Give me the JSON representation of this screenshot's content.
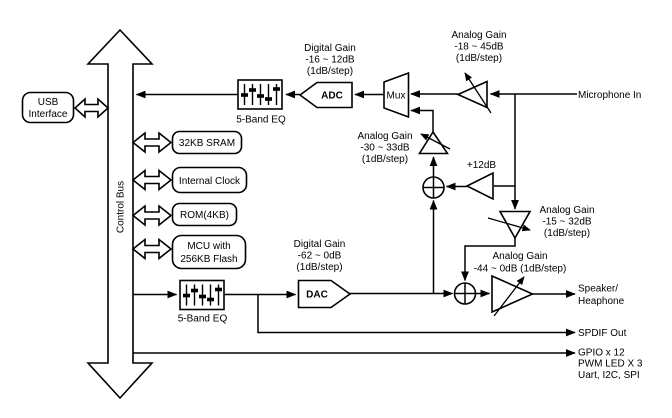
{
  "colors": {
    "ink": "#000000",
    "background": "#ffffff"
  },
  "diagram": {
    "bus": {
      "label": "Control Bus"
    },
    "usb": {
      "line1": "USB",
      "line2": "Interface"
    },
    "blocks": {
      "sram": "32KB SRAM",
      "clock": "Internal Clock",
      "rom": "ROM(4KB)",
      "mcu_line1": "MCU with",
      "mcu_line2": "256KB Flash",
      "eq_top": "5-Band EQ",
      "eq_bottom": "5-Band EQ",
      "adc": "ADC",
      "dac": "DAC",
      "mux": "Mux"
    },
    "gains": {
      "adc_digital": [
        "Digital Gain",
        "-16 ~ 12dB",
        "(1dB/step)"
      ],
      "mic": [
        "Analog Gain",
        "-18 ~ 45dB",
        "(1dB/step)"
      ],
      "loopback": [
        "Analog Gain",
        "-30 ~ 33dB",
        "(1dB/step)"
      ],
      "boost": "+12dB",
      "line_in": [
        "Analog Gain",
        "-15 ~ 32dB",
        "(1dB/step)"
      ],
      "dac_digital": [
        "Digital Gain",
        "-62 ~ 0dB",
        "(1dB/step)"
      ],
      "output": [
        "Analog Gain",
        "-44 ~ 0dB (1dB/step)"
      ]
    },
    "io": {
      "mic_in": "Microphone In",
      "speaker_line1": "Speaker/",
      "speaker_line2": "Heaphone",
      "spdif": "SPDIF Out",
      "gpio_line1": "GPIO x 12",
      "gpio_line2": "PWM LED X 3",
      "gpio_line3": "Uart, I2C, SPI"
    }
  }
}
